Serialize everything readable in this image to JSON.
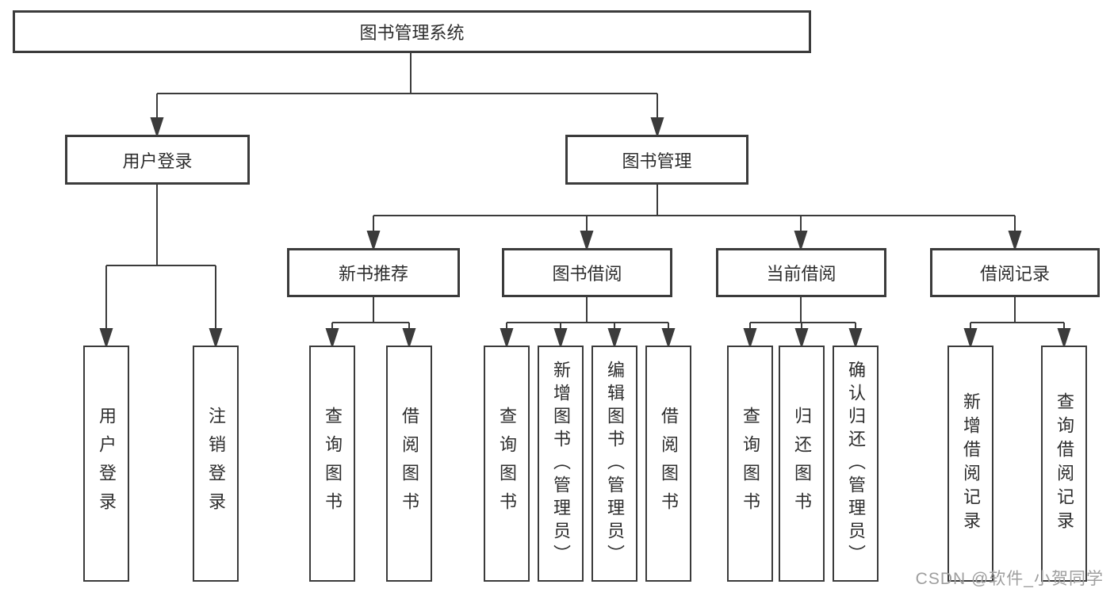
{
  "colors": {
    "line": "#3b3b3b",
    "border": "#3b3b3b",
    "text": "#2d2d2d",
    "watermark": "#9e9e9e",
    "background": "#ffffff"
  },
  "watermark": "CSDN @软件_小贺同学",
  "nodes": {
    "root": {
      "label": "图书管理系统"
    },
    "level2": [
      {
        "label": "用户登录"
      },
      {
        "label": "图书管理"
      }
    ],
    "level3": [
      {
        "label": "新书推荐",
        "parent": "图书管理"
      },
      {
        "label": "图书借阅",
        "parent": "图书管理"
      },
      {
        "label": "当前借阅",
        "parent": "图书管理"
      },
      {
        "label": "借阅记录",
        "parent": "图书管理"
      }
    ],
    "leaves": [
      {
        "label": "用户登录",
        "parent": "用户登录"
      },
      {
        "label": "注销登录",
        "parent": "用户登录"
      },
      {
        "label": "查询图书",
        "parent": "新书推荐"
      },
      {
        "label": "借阅图书",
        "parent": "新书推荐"
      },
      {
        "label": "查询图书",
        "parent": "图书借阅"
      },
      {
        "label": "新增图书（管理员）",
        "parent": "图书借阅"
      },
      {
        "label": "编辑图书（管理员）",
        "parent": "图书借阅"
      },
      {
        "label": "借阅图书",
        "parent": "图书借阅"
      },
      {
        "label": "查询图书",
        "parent": "当前借阅"
      },
      {
        "label": "归还图书",
        "parent": "当前借阅"
      },
      {
        "label": "确认归还（管理员）",
        "parent": "当前借阅"
      },
      {
        "label": "新增借阅记录",
        "parent": "借阅记录"
      },
      {
        "label": "查询借阅记录",
        "parent": "借阅记录"
      }
    ]
  }
}
